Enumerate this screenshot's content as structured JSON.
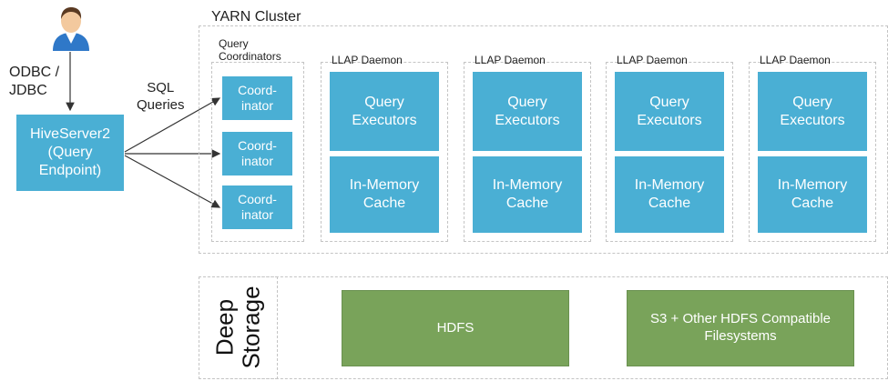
{
  "user_label": "ODBC /\nJDBC",
  "hiveserver": "HiveServer2\n(Query\nEndpoint)",
  "sql_label": "SQL\nQueries",
  "yarn_title": "YARN Cluster",
  "coordinators": {
    "title": "Query\nCoordinators",
    "boxes": [
      "Coord-\ninator",
      "Coord-\ninator",
      "Coord-\ninator"
    ]
  },
  "daemons": [
    {
      "title": "LLAP Daemon",
      "executors": "Query\nExecutors",
      "cache": "In-Memory\nCache"
    },
    {
      "title": "LLAP Daemon",
      "executors": "Query\nExecutors",
      "cache": "In-Memory\nCache"
    },
    {
      "title": "LLAP Daemon",
      "executors": "Query\nExecutors",
      "cache": "In-Memory\nCache"
    },
    {
      "title": "LLAP Daemon",
      "executors": "Query\nExecutors",
      "cache": "In-Memory\nCache"
    }
  ],
  "deep_storage_label": "Deep\nStorage",
  "storage": [
    "HDFS",
    "S3 + Other HDFS Compatible\nFilesystems"
  ],
  "colors": {
    "blue": "#4aafd4",
    "green": "#79a35a",
    "dashed": "#c4c4c4"
  },
  "icons": {
    "user": "user-icon"
  }
}
